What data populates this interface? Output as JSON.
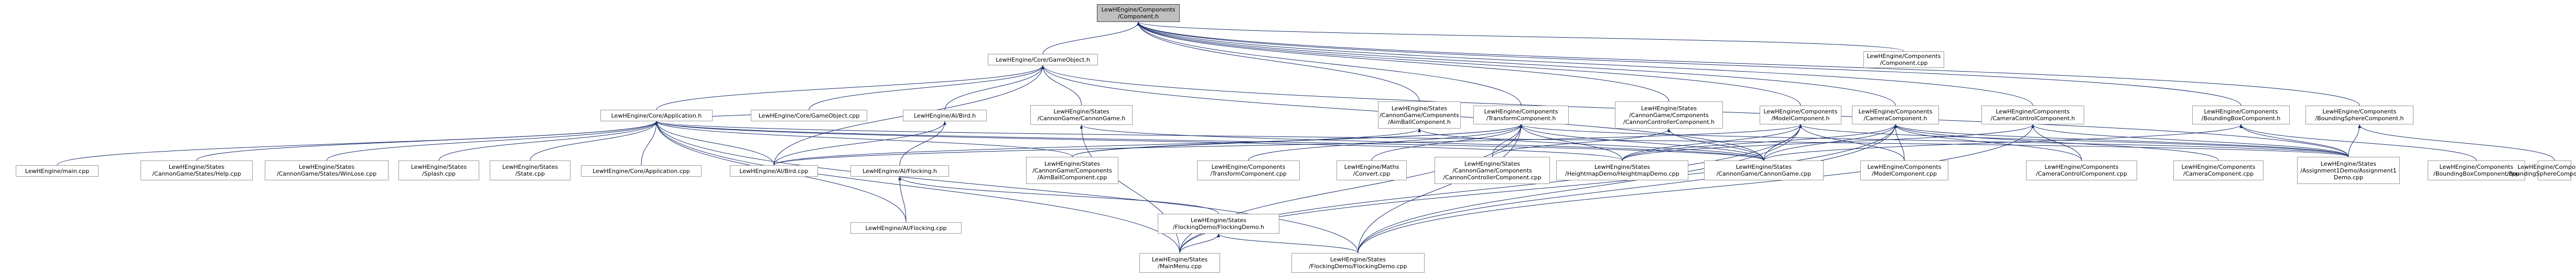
{
  "nodes": {
    "component_h": [
      "LewHEngine/Components",
      "/Component.h"
    ],
    "component_cpp": [
      "LewHEngine/Components",
      "/Component.cpp"
    ],
    "gameobject_h": [
      "LewHEngine/Core/GameObject.h"
    ],
    "application_h": [
      "LewHEngine/Core/Application.h"
    ],
    "gameobject_cpp": [
      "LewHEngine/Core/GameObject.cpp"
    ],
    "aibird_h": [
      "LewHEngine/AI/Bird.h"
    ],
    "cannongame_h": [
      "LewHEngine/States",
      "/CannonGame/CannonGame.h"
    ],
    "aimballcomponent_h": [
      "LewHEngine/States",
      "/CannonGame/Components",
      "/AimBallComponent.h"
    ],
    "transformcomponent_h": [
      "LewHEngine/Components",
      "/TransformComponent.h"
    ],
    "cannoncontroller_h": [
      "LewHEngine/States",
      "/CannonGame/Components",
      "/CannonControllerComponent.h"
    ],
    "modelcomponent_h": [
      "LewHEngine/Components",
      "/ModelComponent.h"
    ],
    "cameracomponent_h": [
      "LewHEngine/Components",
      "/CameraComponent.h"
    ],
    "cameracontrol_h": [
      "LewHEngine/Components",
      "/CameraControlComponent.h"
    ],
    "boundingbox_h": [
      "LewHEngine/Components",
      "/BoundingBoxComponent.h"
    ],
    "boundingsphere_h": [
      "LewHEngine/Components",
      "/BoundingSphereComponent.h"
    ],
    "main_cpp": [
      "LewHEngine/main.cpp"
    ],
    "help_cpp": [
      "LewHEngine/States",
      "/CannonGame/States/Help.cpp"
    ],
    "winlose_cpp": [
      "LewHEngine/States",
      "/CannonGame/States/WinLose.cpp"
    ],
    "splash_cpp": [
      "LewHEngine/States",
      "/Splash.cpp"
    ],
    "state_cpp": [
      "LewHEngine/States",
      "/State.cpp"
    ],
    "application_cpp": [
      "LewHEngine/Core/Application.cpp"
    ],
    "aibird_cpp": [
      "LewHEngine/AI/Bird.cpp"
    ],
    "aiflocking_h": [
      "LewHEngine/AI/Flocking.h"
    ],
    "aimballcomponent_cpp": [
      "LewHEngine/States",
      "/CannonGame/Components",
      "/AimBallComponent.cpp"
    ],
    "transformcomponent_cpp": [
      "LewHEngine/Components",
      "/TransformComponent.cpp"
    ],
    "convert_cpp": [
      "LewHEngine/Maths",
      "/Convert.cpp"
    ],
    "cannoncontroller_cpp": [
      "LewHEngine/States",
      "/CannonGame/Components",
      "/CannonControllerComponent.cpp"
    ],
    "heightmapdemo_cpp": [
      "LewHEngine/States",
      "/HeightmapDemo/HeightmapDemo.cpp"
    ],
    "cannongame_cpp": [
      "LewHEngine/States",
      "/CannonGame/CannonGame.cpp"
    ],
    "modelcomponent_cpp": [
      "LewHEngine/Components",
      "/ModelComponent.cpp"
    ],
    "cameracontrol_cpp": [
      "LewHEngine/Components",
      "/CameraControlComponent.cpp"
    ],
    "cameracomponent_cpp": [
      "LewHEngine/Components",
      "/CameraComponent.cpp"
    ],
    "assignment1_cpp": [
      "LewHEngine/States",
      "/Assignment1Demo/Assignment1",
      "Demo.cpp"
    ],
    "boundingbox_cpp": [
      "LewHEngine/Components",
      "/BoundingBoxComponent.cpp"
    ],
    "boundingsphere_cpp": [
      "LewHEngine/Components",
      "/BoundingSphereComponent.cpp"
    ],
    "aiflocking_cpp": [
      "LewHEngine/AI/Flocking.cpp"
    ],
    "flockingdemo_h": [
      "LewHEngine/States",
      "/FlockingDemo/FlockingDemo.h"
    ],
    "mainmenu_cpp": [
      "LewHEngine/States",
      "/MainMenu.cpp"
    ],
    "flockingdemo_cpp": [
      "LewHEngine/States",
      "/FlockingDemo/FlockingDemo.cpp"
    ]
  },
  "edges": [
    [
      "component_cpp",
      "component_h"
    ],
    [
      "gameobject_h",
      "component_h"
    ],
    [
      "aimballcomponent_h",
      "component_h"
    ],
    [
      "transformcomponent_h",
      "component_h"
    ],
    [
      "cannoncontroller_h",
      "component_h"
    ],
    [
      "modelcomponent_h",
      "component_h"
    ],
    [
      "cameracomponent_h",
      "component_h"
    ],
    [
      "cameracontrol_h",
      "component_h"
    ],
    [
      "boundingbox_h",
      "component_h"
    ],
    [
      "boundingsphere_h",
      "component_h"
    ],
    [
      "application_h",
      "gameobject_h"
    ],
    [
      "gameobject_cpp",
      "gameobject_h"
    ],
    [
      "aibird_h",
      "gameobject_h"
    ],
    [
      "cannongame_h",
      "gameobject_h"
    ],
    [
      "aibird_cpp",
      "gameobject_h"
    ],
    [
      "cannongame_cpp",
      "gameobject_h"
    ],
    [
      "assignment1_cpp",
      "gameobject_h"
    ],
    [
      "main_cpp",
      "application_h"
    ],
    [
      "help_cpp",
      "application_h"
    ],
    [
      "winlose_cpp",
      "application_h"
    ],
    [
      "splash_cpp",
      "application_h"
    ],
    [
      "state_cpp",
      "application_h"
    ],
    [
      "application_cpp",
      "application_h"
    ],
    [
      "gameobject_cpp",
      "application_h"
    ],
    [
      "aibird_cpp",
      "application_h"
    ],
    [
      "aimballcomponent_cpp",
      "application_h"
    ],
    [
      "cannongame_cpp",
      "application_h"
    ],
    [
      "heightmapdemo_cpp",
      "application_h"
    ],
    [
      "assignment1_cpp",
      "application_h"
    ],
    [
      "mainmenu_cpp",
      "application_h"
    ],
    [
      "flockingdemo_cpp",
      "application_h"
    ],
    [
      "aiflocking_cpp",
      "application_h"
    ],
    [
      "aiflocking_h",
      "aibird_h"
    ],
    [
      "aibird_cpp",
      "aibird_h"
    ],
    [
      "aiflocking_cpp",
      "aiflocking_h"
    ],
    [
      "flockingdemo_h",
      "aiflocking_h"
    ],
    [
      "mainmenu_cpp",
      "flockingdemo_h"
    ],
    [
      "flockingdemo_cpp",
      "flockingdemo_h"
    ],
    [
      "cannongame_cpp",
      "cannongame_h"
    ],
    [
      "mainmenu_cpp",
      "cannongame_h"
    ],
    [
      "aimballcomponent_cpp",
      "aimballcomponent_h"
    ],
    [
      "cannongame_cpp",
      "aimballcomponent_h"
    ],
    [
      "transformcomponent_cpp",
      "transformcomponent_h"
    ],
    [
      "convert_cpp",
      "transformcomponent_h"
    ],
    [
      "cannoncontroller_cpp",
      "transformcomponent_h"
    ],
    [
      "heightmapdemo_cpp",
      "transformcomponent_h"
    ],
    [
      "cannongame_cpp",
      "transformcomponent_h"
    ],
    [
      "aimballcomponent_cpp",
      "transformcomponent_h"
    ],
    [
      "aibird_cpp",
      "transformcomponent_h"
    ],
    [
      "mainmenu_cpp",
      "transformcomponent_h"
    ],
    [
      "flockingdemo_cpp",
      "transformcomponent_h"
    ],
    [
      "assignment1_cpp",
      "transformcomponent_h"
    ],
    [
      "cannoncontroller_cpp",
      "cannoncontroller_h"
    ],
    [
      "cannongame_cpp",
      "cannoncontroller_h"
    ],
    [
      "modelcomponent_cpp",
      "modelcomponent_h"
    ],
    [
      "cannongame_cpp",
      "modelcomponent_h"
    ],
    [
      "heightmapdemo_cpp",
      "modelcomponent_h"
    ],
    [
      "aibird_cpp",
      "modelcomponent_h"
    ],
    [
      "mainmenu_cpp",
      "modelcomponent_h"
    ],
    [
      "flockingdemo_cpp",
      "modelcomponent_h"
    ],
    [
      "assignment1_cpp",
      "modelcomponent_h"
    ],
    [
      "cameracomponent_cpp",
      "cameracomponent_h"
    ],
    [
      "cannongame_cpp",
      "cameracomponent_h"
    ],
    [
      "heightmapdemo_cpp",
      "cameracomponent_h"
    ],
    [
      "mainmenu_cpp",
      "cameracomponent_h"
    ],
    [
      "flockingdemo_cpp",
      "cameracomponent_h"
    ],
    [
      "assignment1_cpp",
      "cameracomponent_h"
    ],
    [
      "modelcomponent_cpp",
      "cameracomponent_h"
    ],
    [
      "cameracontrol_cpp",
      "cameracomponent_h"
    ],
    [
      "cameracontrol_cpp",
      "cameracontrol_h"
    ],
    [
      "heightmapdemo_cpp",
      "cameracontrol_h"
    ],
    [
      "flockingdemo_cpp",
      "cameracontrol_h"
    ],
    [
      "assignment1_cpp",
      "cameracontrol_h"
    ],
    [
      "boundingbox_cpp",
      "boundingbox_h"
    ],
    [
      "assignment1_cpp",
      "boundingbox_h"
    ],
    [
      "cannongame_cpp",
      "boundingbox_h"
    ],
    [
      "boundingsphere_cpp",
      "boundingsphere_h"
    ],
    [
      "assignment1_cpp",
      "boundingsphere_h"
    ]
  ],
  "colors": {
    "edge": "#1a2f6e",
    "node_border": "#9a9a9a",
    "root_fill": "#bfbfbf"
  }
}
